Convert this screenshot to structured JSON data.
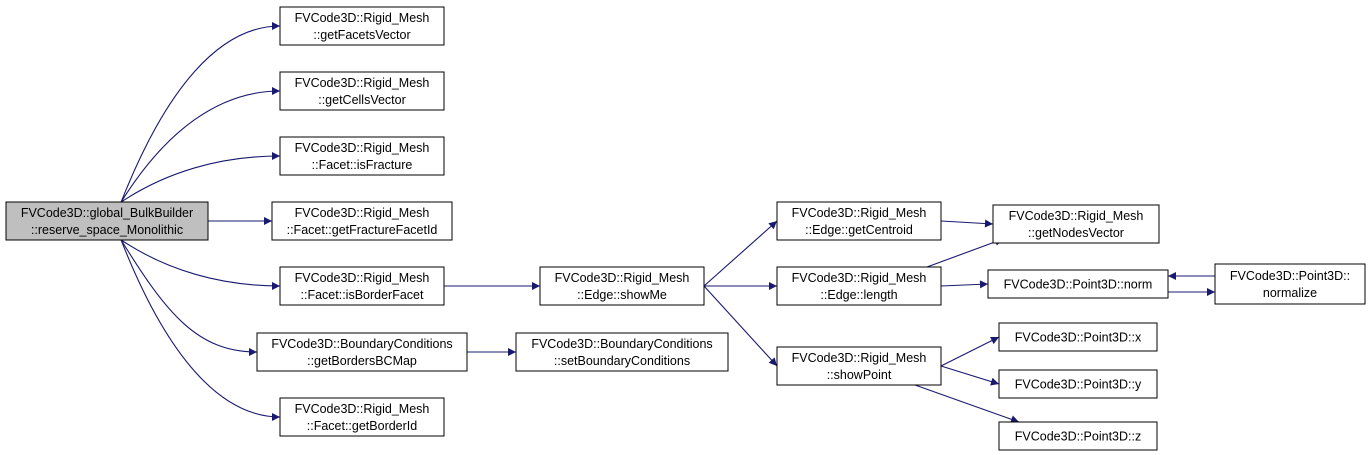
{
  "colors": {
    "edge": "#191970",
    "root_fill": "#bfbfbf",
    "node_fill": "#ffffff",
    "border": "#000000",
    "text": "#000000"
  },
  "nodes": [
    {
      "id": "root",
      "lines": [
        "FVCode3D::global_BulkBuilder",
        "::reserve_space_Monolithic"
      ],
      "highlight": true
    },
    {
      "id": "getFacetsVector",
      "lines": [
        "FVCode3D::Rigid_Mesh",
        "::getFacetsVector"
      ]
    },
    {
      "id": "getCellsVector",
      "lines": [
        "FVCode3D::Rigid_Mesh",
        "::getCellsVector"
      ]
    },
    {
      "id": "isFracture",
      "lines": [
        "FVCode3D::Rigid_Mesh",
        "::Facet::isFracture"
      ]
    },
    {
      "id": "getFractureFacetId",
      "lines": [
        "FVCode3D::Rigid_Mesh",
        "::Facet::getFractureFacetId"
      ]
    },
    {
      "id": "isBorderFacet",
      "lines": [
        "FVCode3D::Rigid_Mesh",
        "::Facet::isBorderFacet"
      ]
    },
    {
      "id": "getBordersBCMap",
      "lines": [
        "FVCode3D::BoundaryConditions",
        "::getBordersBCMap"
      ]
    },
    {
      "id": "getBorderId",
      "lines": [
        "FVCode3D::Rigid_Mesh",
        "::Facet::getBorderId"
      ]
    },
    {
      "id": "showMe",
      "lines": [
        "FVCode3D::Rigid_Mesh",
        "::Edge::showMe"
      ]
    },
    {
      "id": "setBoundaryConditions",
      "lines": [
        "FVCode3D::BoundaryConditions",
        "::setBoundaryConditions"
      ]
    },
    {
      "id": "getCentroid",
      "lines": [
        "FVCode3D::Rigid_Mesh",
        "::Edge::getCentroid"
      ]
    },
    {
      "id": "length",
      "lines": [
        "FVCode3D::Rigid_Mesh",
        "::Edge::length"
      ]
    },
    {
      "id": "showPoint",
      "lines": [
        "FVCode3D::Rigid_Mesh",
        "::showPoint"
      ]
    },
    {
      "id": "getNodesVector",
      "lines": [
        "FVCode3D::Rigid_Mesh",
        "::getNodesVector"
      ]
    },
    {
      "id": "norm",
      "lines": [
        "FVCode3D::Point3D::norm"
      ]
    },
    {
      "id": "normalize",
      "lines": [
        "FVCode3D::Point3D::",
        "normalize"
      ]
    },
    {
      "id": "px",
      "lines": [
        "FVCode3D::Point3D::x"
      ]
    },
    {
      "id": "py",
      "lines": [
        "FVCode3D::Point3D::y"
      ]
    },
    {
      "id": "pz",
      "lines": [
        "FVCode3D::Point3D::z"
      ]
    }
  ],
  "edges": [
    {
      "from": "root",
      "to": "getFacetsVector"
    },
    {
      "from": "root",
      "to": "getCellsVector"
    },
    {
      "from": "root",
      "to": "isFracture"
    },
    {
      "from": "root",
      "to": "getFractureFacetId"
    },
    {
      "from": "root",
      "to": "isBorderFacet"
    },
    {
      "from": "root",
      "to": "getBordersBCMap"
    },
    {
      "from": "root",
      "to": "getBorderId"
    },
    {
      "from": "isBorderFacet",
      "to": "showMe"
    },
    {
      "from": "getBordersBCMap",
      "to": "setBoundaryConditions"
    },
    {
      "from": "showMe",
      "to": "getCentroid"
    },
    {
      "from": "showMe",
      "to": "length"
    },
    {
      "from": "showMe",
      "to": "showPoint"
    },
    {
      "from": "getCentroid",
      "to": "getNodesVector"
    },
    {
      "from": "length",
      "to": "getNodesVector"
    },
    {
      "from": "length",
      "to": "norm"
    },
    {
      "from": "norm",
      "to": "normalize"
    },
    {
      "from": "normalize",
      "to": "norm"
    },
    {
      "from": "showPoint",
      "to": "px"
    },
    {
      "from": "showPoint",
      "to": "py"
    },
    {
      "from": "showPoint",
      "to": "pz"
    }
  ]
}
